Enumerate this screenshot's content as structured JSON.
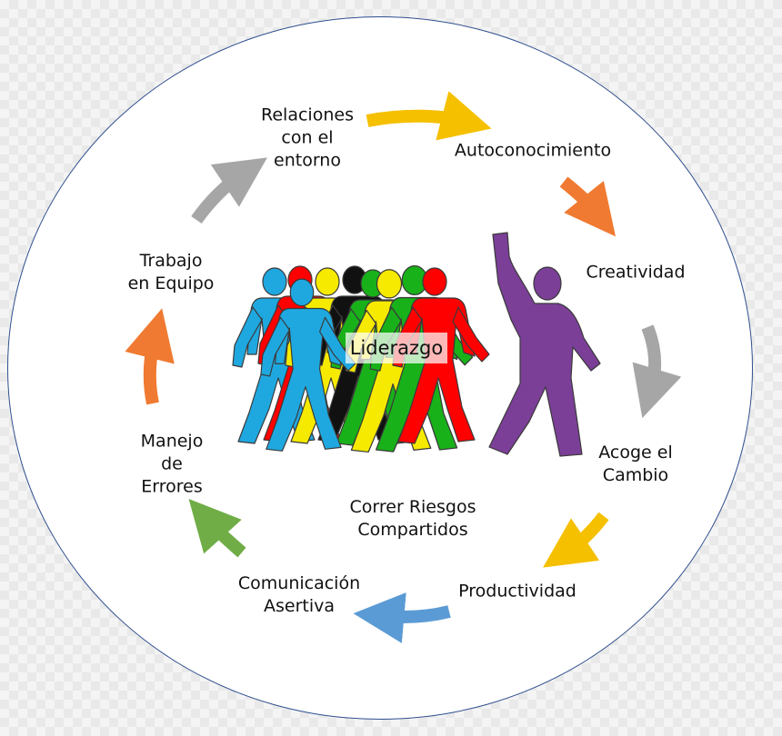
{
  "diagram": {
    "center": {
      "title": "Liderazgo"
    },
    "nodes": [
      {
        "id": "relaciones",
        "label": "Relaciones\ncon el\nentorno"
      },
      {
        "id": "autoconocimiento",
        "label": "Autoconocimiento"
      },
      {
        "id": "creatividad",
        "label": "Creatividad"
      },
      {
        "id": "acoge",
        "label": "Acoge el\nCambio"
      },
      {
        "id": "correr",
        "label": "Correr Riesgos\nCompartidos"
      },
      {
        "id": "productividad",
        "label": "Productividad"
      },
      {
        "id": "comunicacion",
        "label": "Comunicación\nAsertiva"
      },
      {
        "id": "manejo",
        "label": "Manejo\nde\nErrores"
      },
      {
        "id": "trabajo",
        "label": "Trabajo\nen Equipo"
      }
    ],
    "arrows": [
      {
        "name": "arrow-relaciones-to-autoconocimiento",
        "color": "#f5c000"
      },
      {
        "name": "arrow-autoconocimiento-to-creatividad",
        "color": "#f07a31"
      },
      {
        "name": "arrow-creatividad-to-acoge",
        "color": "#a6a6a6"
      },
      {
        "name": "arrow-acoge-to-productividad",
        "color": "#f5c000"
      },
      {
        "name": "arrow-productividad-to-comunicacion",
        "color": "#5b9bd5"
      },
      {
        "name": "arrow-comunicacion-to-manejo",
        "color": "#70ad47"
      },
      {
        "name": "arrow-manejo-to-trabajo",
        "color": "#f07a31"
      },
      {
        "name": "arrow-trabajo-to-relaciones",
        "color": "#a6a6a6"
      }
    ],
    "figure_colors": [
      "#1fa8e0",
      "#ff0000",
      "#f6ea00",
      "#111111",
      "#19b119",
      "#7b3f98"
    ]
  }
}
